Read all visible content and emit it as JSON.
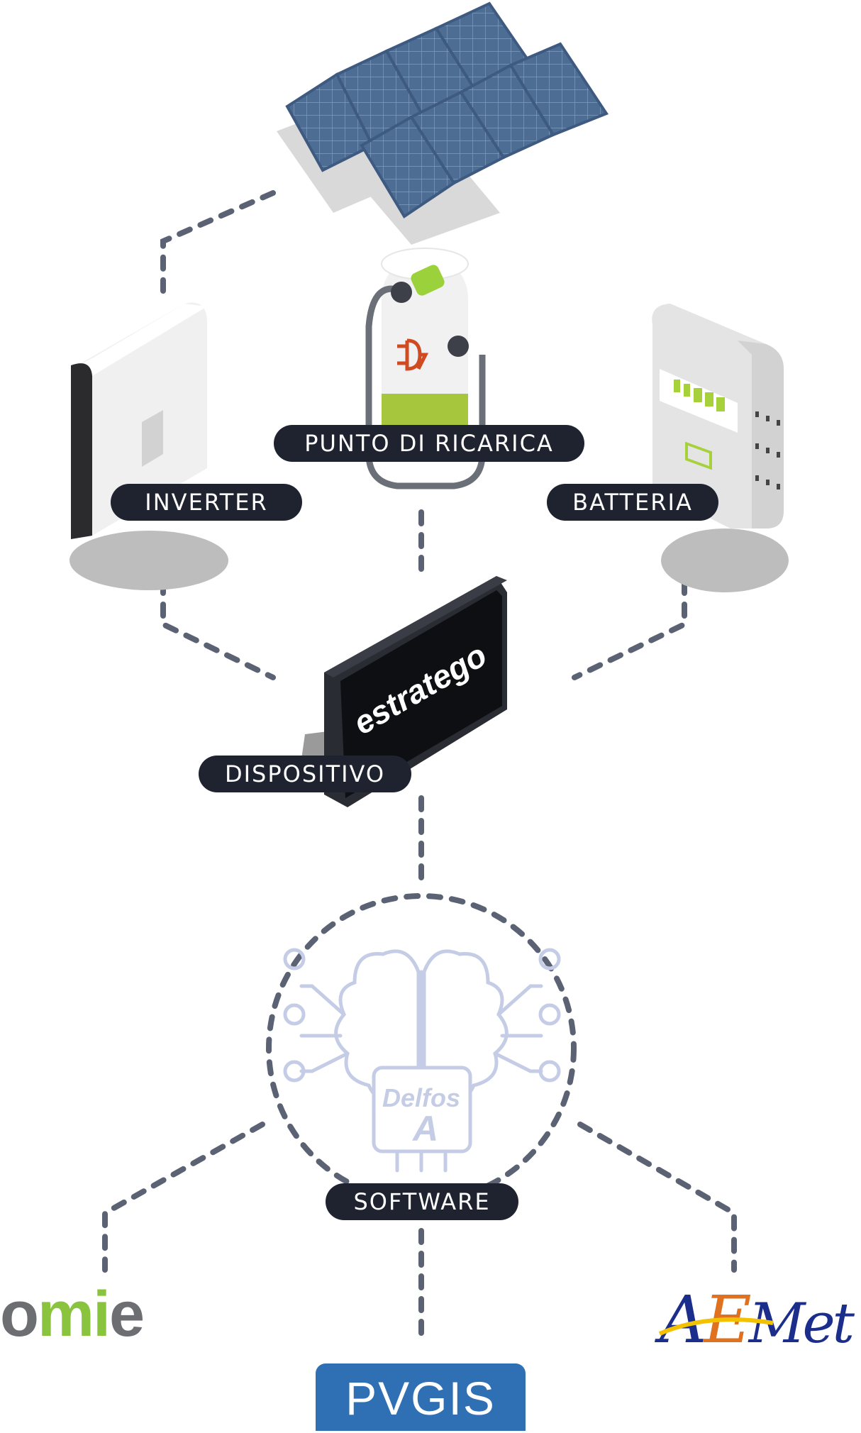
{
  "labels": {
    "charging_point": "PUNTO DI RICARICA",
    "inverter": "INVERTER",
    "battery": "BATTERIA",
    "device": "DISPOSITIVO",
    "software": "SOFTWARE"
  },
  "device_screen_text": "estratego",
  "ai_chip": {
    "name": "Delfos",
    "letter": "A"
  },
  "sources": {
    "omie": {
      "part1": "o",
      "part2": "mi",
      "part3": "e"
    },
    "pvgis": "PVGIS",
    "aemet": {
      "a": "A",
      "e": "E",
      "rest": "Met"
    }
  },
  "colors": {
    "dash": "#5b6273",
    "pill_bg": "#1f2330",
    "panel_blue": "#4f6f96",
    "omie_gray": "#6d6e71",
    "omie_green": "#8ac43f",
    "pvgis_blue": "#2f6fb4",
    "aemet_blue": "#1c2e8c",
    "aemet_orange": "#e0711f",
    "aemet_yellow": "#f2c200",
    "brain_lines": "#c5cde6"
  }
}
